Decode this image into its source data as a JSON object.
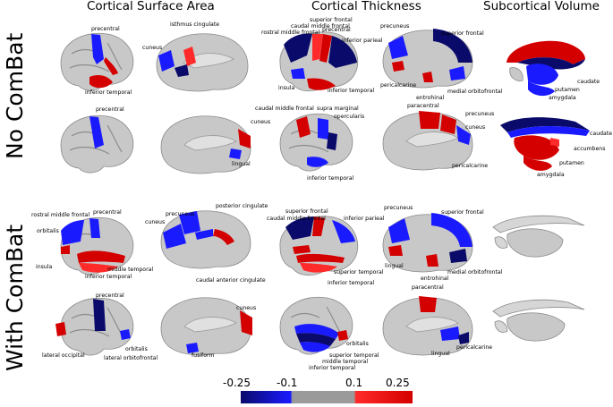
{
  "columns": [
    "Cortical Surface Area",
    "Cortical Thickness",
    "Subcortical Volume"
  ],
  "rows": [
    "No ComBat",
    "With ComBat"
  ],
  "colors": {
    "strong_pos": "#d40000",
    "pos": "#ff2a2a",
    "neg": "#1a1aff",
    "strong_neg": "#0a0a6a",
    "neutral": "#9a9a9a",
    "brain": "#c8c8c8"
  },
  "colorbar": {
    "ticks": [
      "-0.25",
      "-0.1",
      "0.1",
      "0.25"
    ],
    "stops": [
      "#0a0a6a",
      "#1a1aff",
      "#9a9a9a",
      "#9a9a9a",
      "#ff2a2a",
      "#d40000"
    ]
  },
  "labels": {
    "a1": [
      "precentral",
      "inferior temporal"
    ],
    "a2": [
      "isthmus cingulate",
      "cuneus"
    ],
    "a3": [
      "superior frontal",
      "caudal middle frontal",
      "rostral middle frontal",
      "precentral",
      "inferior parieal",
      "insula",
      "inferior temporal"
    ],
    "a4": [
      "precuneus",
      "superior frontal",
      "pericalcarine",
      "entrohinal",
      "medial orbitofrontal"
    ],
    "a5": [
      "caudate",
      "putamen",
      "amygdala"
    ],
    "b1": [
      "precentral"
    ],
    "b2": [
      "cuneus",
      "lingual"
    ],
    "b3": [
      "caudal middle frontal",
      "supra marginal",
      "opercularis",
      "inferior temporal"
    ],
    "b4": [
      "paracentral",
      "precuneus",
      "cuneus",
      "pericalcarine"
    ],
    "b5": [
      "caudate",
      "accumbens",
      "putamen",
      "amygdala"
    ],
    "c1": [
      "rostral middle frontal",
      "precentral",
      "orbitalis",
      "insula",
      "middle temporal",
      "inferior temporal"
    ],
    "c2": [
      "precuneus",
      "posterior cingulate",
      "cuneus",
      "caudal anterior cingulate"
    ],
    "c3": [
      "superior frontal",
      "caudal middle frontal",
      "inferior parieal",
      "superior temporal",
      "inferior temporal"
    ],
    "c4": [
      "precuneus",
      "superior frontal",
      "lingual",
      "entrohinal",
      "medial orbitofrontal"
    ],
    "d1": [
      "precentral",
      "orbitalis",
      "lateral occipital",
      "lateral orbitofrontal"
    ],
    "d2": [
      "cuneus",
      "fusiform"
    ],
    "d3": [
      "orbitalis",
      "superior temporal",
      "middle temporal",
      "inferior temporal"
    ],
    "d4": [
      "paracentral",
      "lingual",
      "pericalcarine"
    ]
  }
}
